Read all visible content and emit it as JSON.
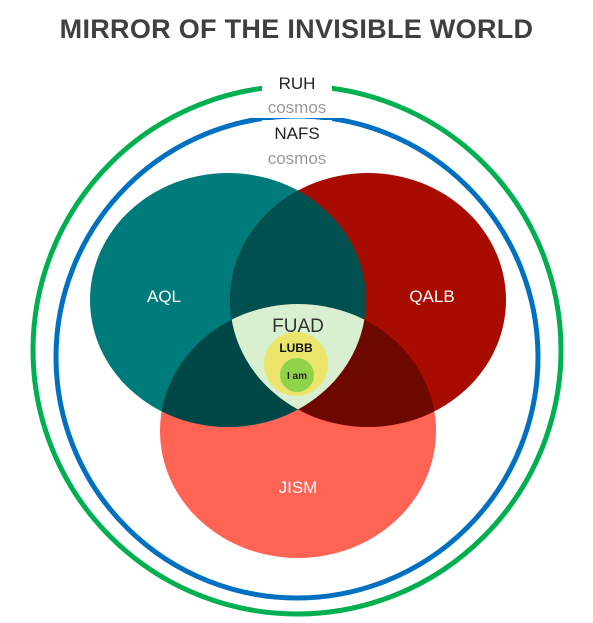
{
  "title": "MIRROR OF THE INVISIBLE WORLD",
  "outer_ring": {
    "label": "RUH",
    "sublabel": "cosmos",
    "color": "#00b050"
  },
  "inner_ring": {
    "label": "NAFS",
    "sublabel": "cosmos",
    "color": "#0070c0"
  },
  "circles": {
    "aql": {
      "label": "AQL",
      "color": "#007b7b"
    },
    "qalb": {
      "label": "QALB",
      "color": "#a80c00"
    },
    "jism": {
      "label": "JISM",
      "color": "#ff6354"
    }
  },
  "overlap_colors": {
    "aql_qalb": "#00504f",
    "aql_jism": "#004747",
    "qalb_jism": "#6e0900"
  },
  "center": {
    "fuad": {
      "label": "FUAD",
      "color": "#d8f0d0"
    },
    "lubb": {
      "label": "LUBB",
      "color": "#ece56c"
    },
    "self": {
      "label": "I am",
      "color": "#8fd34a"
    }
  }
}
